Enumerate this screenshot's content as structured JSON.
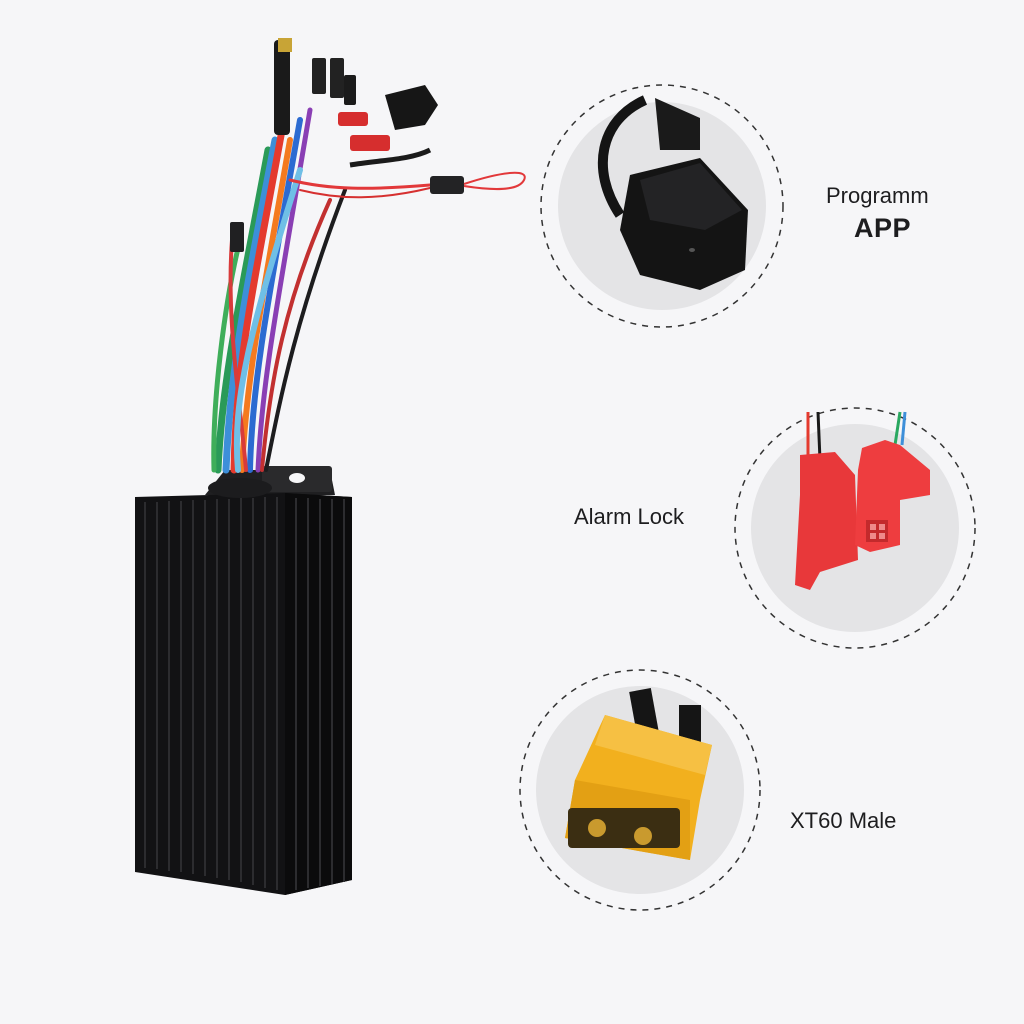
{
  "callouts": {
    "programm_line1": "Programm",
    "programm_line2": "APP",
    "alarm_lock": "Alarm Lock",
    "xt60": "XT60 Male"
  },
  "colors": {
    "background": "#f6f6f8",
    "circle_fill": "#e4e4e6",
    "controller_body": "#1a1a1c",
    "connector_red": "#e8383a",
    "connector_yellow": "#f2b01e"
  }
}
